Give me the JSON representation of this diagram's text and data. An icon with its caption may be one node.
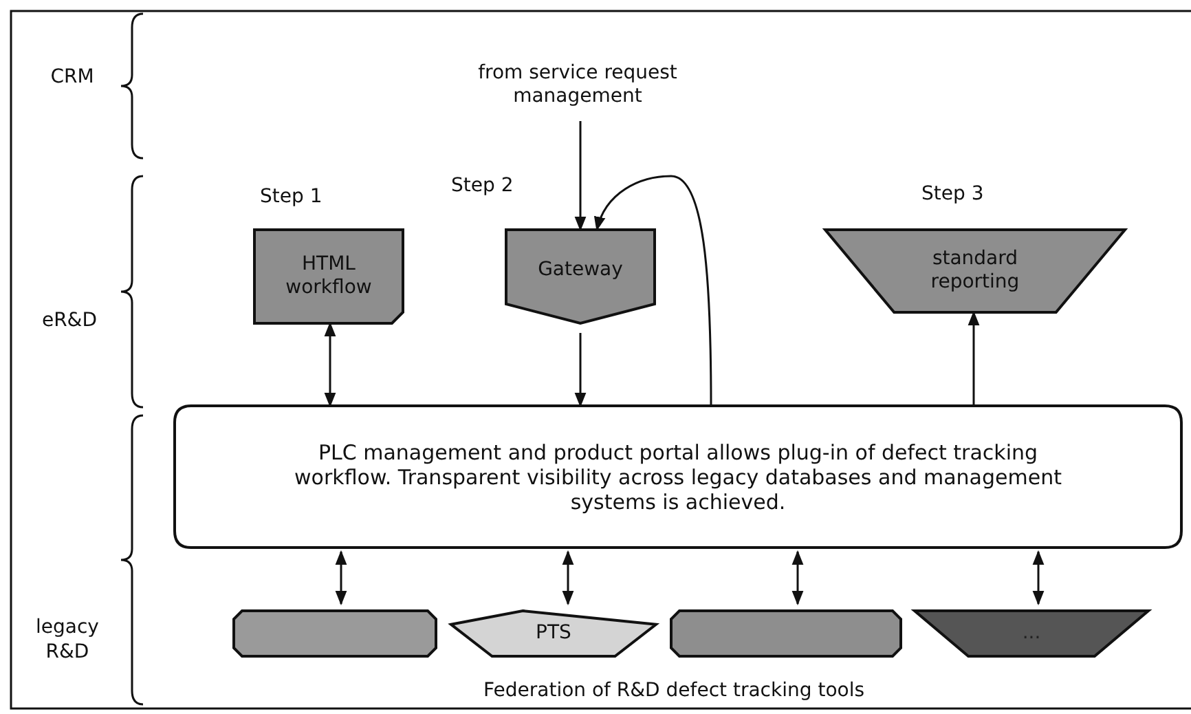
{
  "diagram": {
    "nodes": [
      {
        "text": [
          "from service request management"
        ]
      },
      {
        "text": [
          "HTML workflow"
        ],
        "beside": [
          "Step 1"
        ]
      },
      {
        "text": [
          "Gateway"
        ],
        "beside": [
          "Step 2"
        ]
      },
      {
        "text": [
          "standard reporting"
        ],
        "beside": [
          "Step 3"
        ]
      },
      {
        "text": [
          "PLC management and product portal allows plug-in of defect tracking workflow. Transparent visibility across legacy databases and management systems is achieved."
        ]
      },
      {
        "text": [],
        "shape": "box"
      },
      {
        "text": [
          "PTS"
        ]
      },
      {
        "text": [],
        "shape": "box"
      },
      {
        "text": [
          "..."
        ]
      }
    ],
    "edges": [
      {
        "from": 0,
        "to": 2,
        "arrow": "to"
      },
      {
        "from": 4,
        "to": 1,
        "arrow": "both"
      },
      {
        "from": 2,
        "to": 4,
        "arrow": "to"
      },
      {
        "from": 4,
        "to": 2,
        "arrow": "to"
      },
      {
        "from": 4,
        "to": 3,
        "arrow": "to"
      },
      {
        "from": 4,
        "to": 5,
        "arrow": "both"
      },
      {
        "from": 4,
        "to": 6,
        "arrow": "both"
      },
      {
        "from": 4,
        "to": 7,
        "arrow": "both"
      },
      {
        "from": 4,
        "to": 8,
        "arrow": "both"
      }
    ],
    "labels": [
      "CRM",
      "eR&D",
      "legacy R&D",
      "Federation of R&D defect tracking tools"
    ]
  }
}
